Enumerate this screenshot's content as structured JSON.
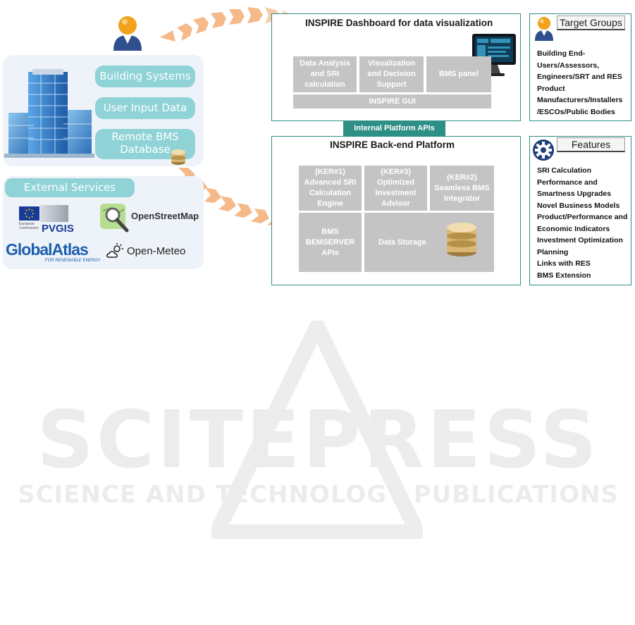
{
  "left": {
    "building_items": [
      "Building Systems",
      "User Input Data",
      "Remote BMS\nDatabase"
    ],
    "external_title": "External Services",
    "services": {
      "pvgis": "PVGIS",
      "commission": "European\nCommission",
      "osm": "OpenStreetMap",
      "globalatlas": "GlobalAtlas",
      "globalatlas_sub": "FOR RENEWABLE ENERGY",
      "openmeteo": "Open-Meteo"
    }
  },
  "dashboard": {
    "title": "INSPIRE Dashboard for data visualization",
    "boxes": [
      "Data Analysis\nand SRI\ncalculation",
      "Visualization\nand Decision\nSupport",
      "BMS panel"
    ],
    "gui": "INSPIRE GUI"
  },
  "apis_label": "Internal Platform APIs",
  "backend": {
    "title": "INSPIRE Back-end Platform",
    "boxes": [
      "(KER#1)\nAdvanced SRI\nCalculation\nEngine",
      "(KER#3)\nOptimized\nInvestment\nAdvisor",
      "(KER#2)\nSeamless BMS\nIntegrator"
    ],
    "bms_apis": "BMS\nBEMSERVER\nAPIs",
    "storage": "Data Storage"
  },
  "target_groups": {
    "title": "Target Groups",
    "text": "Building End-\nUsers/Assessors,\nEngineers/SRT and RES\nProduct\nManufacturers/Installers\n/ESCOs/Public Bodies"
  },
  "features": {
    "title": "Features",
    "items": [
      "SRI Calculation",
      "Performance and",
      "Smartness Upgrades",
      "Novel Business Models",
      "Product/Performance and",
      "Economic Indicators",
      "Investment Optimization",
      "Planning",
      "Links with RES",
      "BMS Extension"
    ]
  },
  "watermark": {
    "main": "SCITEPRESS",
    "sub": "SCIENCE AND TECHNOLOGY PUBLICATIONS"
  },
  "colors": {
    "accent": "#2e8f86",
    "pill": "#8fd3d7",
    "box": "#c4c4c4",
    "arrow": "#f6b98a"
  }
}
